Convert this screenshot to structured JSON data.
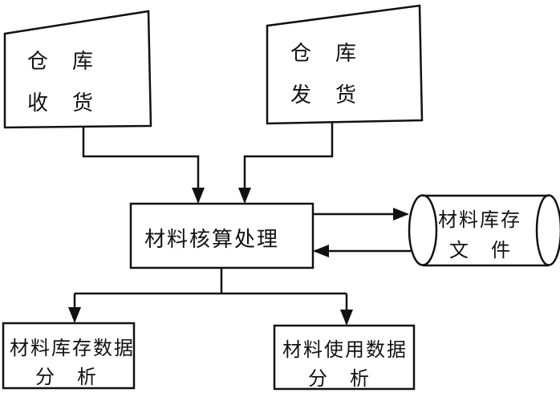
{
  "nodes": {
    "warehouse_receiving": {
      "line1": "仓　库",
      "line2": "收　货"
    },
    "warehouse_dispatch": {
      "line1": "仓　库",
      "line2": "发　货"
    },
    "material_accounting": {
      "label": "材料核算处理"
    },
    "material_inventory_file": {
      "line1": "材料库存",
      "line2": "文　件"
    },
    "inventory_data_analysis": {
      "line1": "材料库存数据",
      "line2": "分　析"
    },
    "usage_data_analysis": {
      "line1": "材料使用数据",
      "line2": "分　析"
    }
  },
  "colors": {
    "stroke": "#111111",
    "background": "#ffffff"
  }
}
